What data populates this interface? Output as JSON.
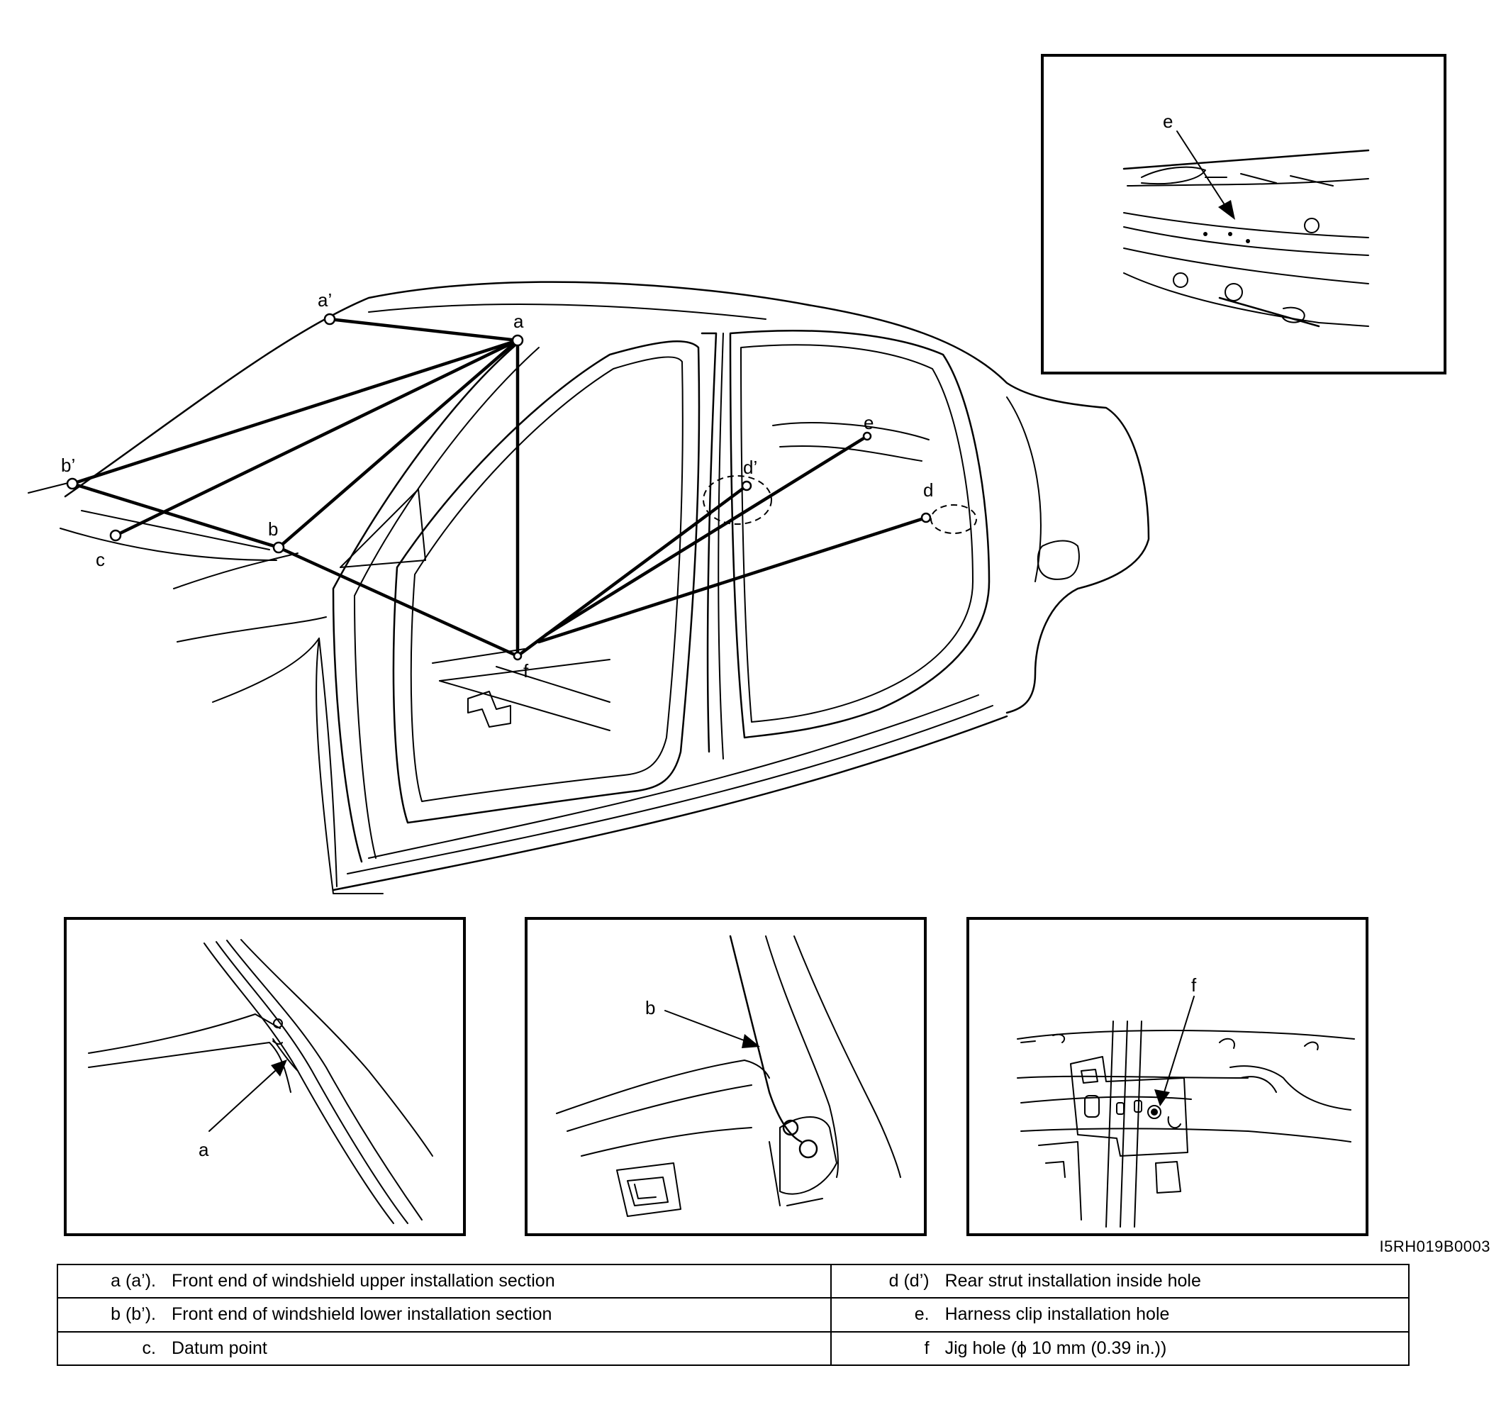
{
  "labels": {
    "a_prime": "a’",
    "a": "a",
    "b_prime": "b’",
    "b": "b",
    "c": "c",
    "d_prime": "d’",
    "d": "d",
    "e": "e",
    "f": "f"
  },
  "inset_labels": {
    "e": "e",
    "a": "a",
    "b": "b",
    "f": "f"
  },
  "reference_code": "I5RH019B0003",
  "legend": [
    {
      "left_key": "a (a’).",
      "left_desc": "Front end of windshield upper installation section",
      "right_key": "d (d’)",
      "right_desc": "Rear strut installation inside hole"
    },
    {
      "left_key": "b (b’).",
      "left_desc": "Front end of windshield lower installation section",
      "right_key": "e.",
      "right_desc": "Harness clip installation hole"
    },
    {
      "left_key": "c.",
      "left_desc": "Datum point",
      "right_key": "f",
      "right_desc": "Jig hole (ϕ 10 mm (0.39 in.))"
    }
  ]
}
